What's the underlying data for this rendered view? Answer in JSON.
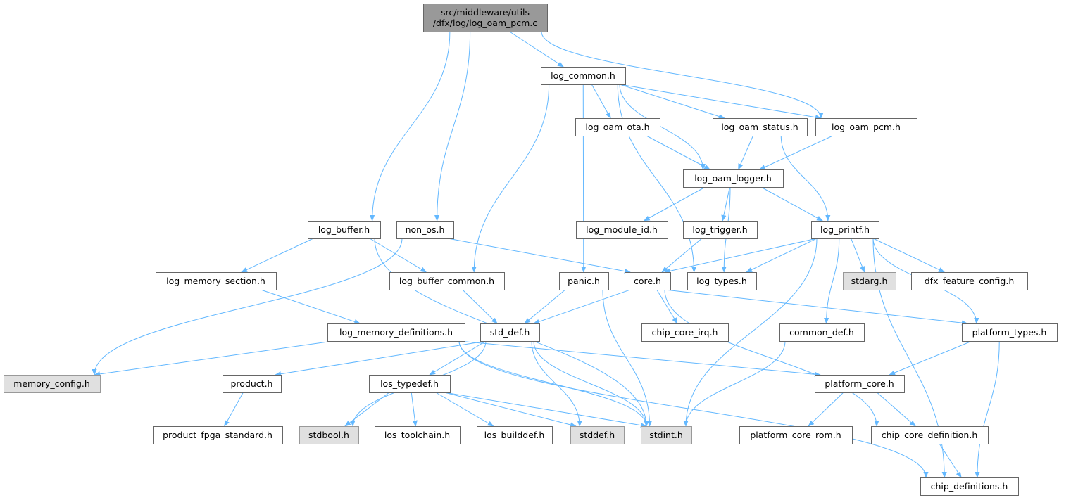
{
  "colors": {
    "edge": "#63b8ff",
    "node_border": "#666666",
    "root_fill": "#999999",
    "system_fill": "#e0e0e0"
  },
  "root": {
    "id": "root",
    "label_lines": [
      "src/middleware/utils",
      "/dfx/log/log_oam_pcm.c"
    ]
  },
  "nodes": [
    {
      "id": "log_common",
      "label": "log_common.h"
    },
    {
      "id": "log_oam_ota",
      "label": "log_oam_ota.h"
    },
    {
      "id": "log_oam_status",
      "label": "log_oam_status.h"
    },
    {
      "id": "log_oam_pcm",
      "label": "log_oam_pcm.h"
    },
    {
      "id": "log_oam_logger",
      "label": "log_oam_logger.h"
    },
    {
      "id": "log_buffer",
      "label": "log_buffer.h"
    },
    {
      "id": "non_os",
      "label": "non_os.h"
    },
    {
      "id": "log_module_id",
      "label": "log_module_id.h"
    },
    {
      "id": "log_trigger",
      "label": "log_trigger.h"
    },
    {
      "id": "log_printf",
      "label": "log_printf.h"
    },
    {
      "id": "log_memory_section",
      "label": "log_memory_section.h"
    },
    {
      "id": "log_buffer_common",
      "label": "log_buffer_common.h"
    },
    {
      "id": "panic",
      "label": "panic.h"
    },
    {
      "id": "core",
      "label": "core.h"
    },
    {
      "id": "log_types",
      "label": "log_types.h"
    },
    {
      "id": "stdarg",
      "label": "stdarg.h",
      "system": true
    },
    {
      "id": "dfx_feature_config",
      "label": "dfx_feature_config.h"
    },
    {
      "id": "log_memory_definitions",
      "label": "log_memory_definitions.h"
    },
    {
      "id": "std_def",
      "label": "std_def.h"
    },
    {
      "id": "chip_core_irq",
      "label": "chip_core_irq.h"
    },
    {
      "id": "common_def",
      "label": "common_def.h"
    },
    {
      "id": "platform_types",
      "label": "platform_types.h"
    },
    {
      "id": "memory_config",
      "label": "memory_config.h",
      "system": true
    },
    {
      "id": "product",
      "label": "product.h"
    },
    {
      "id": "los_typedef",
      "label": "los_typedef.h"
    },
    {
      "id": "platform_core",
      "label": "platform_core.h"
    },
    {
      "id": "product_fpga_standard",
      "label": "product_fpga_standard.h"
    },
    {
      "id": "stdbool",
      "label": "stdbool.h",
      "system": true
    },
    {
      "id": "los_toolchain",
      "label": "los_toolchain.h"
    },
    {
      "id": "los_builddef",
      "label": "los_builddef.h"
    },
    {
      "id": "stddef",
      "label": "stddef.h",
      "system": true
    },
    {
      "id": "stdint",
      "label": "stdint.h",
      "system": true
    },
    {
      "id": "platform_core_rom",
      "label": "platform_core_rom.h"
    },
    {
      "id": "chip_core_definition",
      "label": "chip_core_definition.h"
    },
    {
      "id": "chip_definitions",
      "label": "chip_definitions.h"
    }
  ],
  "edges": [
    [
      "root",
      "log_common"
    ],
    [
      "root",
      "log_oam_pcm"
    ],
    [
      "root",
      "log_buffer"
    ],
    [
      "root",
      "non_os"
    ],
    [
      "log_common",
      "log_oam_ota"
    ],
    [
      "log_common",
      "log_oam_status"
    ],
    [
      "log_common",
      "log_oam_pcm"
    ],
    [
      "log_common",
      "log_oam_logger"
    ],
    [
      "log_common",
      "log_buffer_common"
    ],
    [
      "log_common",
      "panic"
    ],
    [
      "log_common",
      "log_types"
    ],
    [
      "log_oam_ota",
      "log_oam_logger"
    ],
    [
      "log_oam_status",
      "log_oam_logger"
    ],
    [
      "log_oam_status",
      "log_printf"
    ],
    [
      "log_oam_pcm",
      "log_oam_logger"
    ],
    [
      "log_oam_logger",
      "log_module_id"
    ],
    [
      "log_oam_logger",
      "log_trigger"
    ],
    [
      "log_oam_logger",
      "log_printf"
    ],
    [
      "log_oam_logger",
      "log_types"
    ],
    [
      "log_trigger",
      "core"
    ],
    [
      "log_printf",
      "core"
    ],
    [
      "log_printf",
      "log_types"
    ],
    [
      "log_printf",
      "stdint"
    ],
    [
      "log_printf",
      "stdarg"
    ],
    [
      "log_printf",
      "dfx_feature_config"
    ],
    [
      "log_printf",
      "common_def"
    ],
    [
      "log_printf",
      "platform_types"
    ],
    [
      "log_printf",
      "chip_definitions"
    ],
    [
      "log_buffer",
      "log_memory_section"
    ],
    [
      "log_buffer",
      "log_buffer_common"
    ],
    [
      "log_buffer",
      "stdint"
    ],
    [
      "non_os",
      "memory_config"
    ],
    [
      "non_os",
      "core"
    ],
    [
      "log_memory_section",
      "log_memory_definitions"
    ],
    [
      "log_buffer_common",
      "std_def"
    ],
    [
      "panic",
      "std_def"
    ],
    [
      "panic",
      "stdint"
    ],
    [
      "core",
      "std_def"
    ],
    [
      "core",
      "chip_core_irq"
    ],
    [
      "core",
      "platform_types"
    ],
    [
      "core",
      "chip_core_definition"
    ],
    [
      "log_memory_definitions",
      "memory_config"
    ],
    [
      "log_memory_definitions",
      "chip_definitions"
    ],
    [
      "log_memory_definitions",
      "stdint"
    ],
    [
      "log_memory_definitions",
      "platform_core"
    ],
    [
      "std_def",
      "product"
    ],
    [
      "std_def",
      "los_typedef"
    ],
    [
      "std_def",
      "stdbool"
    ],
    [
      "std_def",
      "stddef"
    ],
    [
      "std_def",
      "stdint"
    ],
    [
      "los_typedef",
      "stdbool"
    ],
    [
      "los_typedef",
      "los_toolchain"
    ],
    [
      "los_typedef",
      "los_builddef"
    ],
    [
      "los_typedef",
      "stddef"
    ],
    [
      "los_typedef",
      "stdint"
    ],
    [
      "product",
      "product_fpga_standard"
    ],
    [
      "common_def",
      "stdint"
    ],
    [
      "platform_types",
      "platform_core"
    ],
    [
      "platform_types",
      "chip_definitions"
    ],
    [
      "platform_core",
      "platform_core_rom"
    ],
    [
      "platform_core",
      "chip_core_definition"
    ],
    [
      "chip_core_definition",
      "chip_definitions"
    ]
  ]
}
